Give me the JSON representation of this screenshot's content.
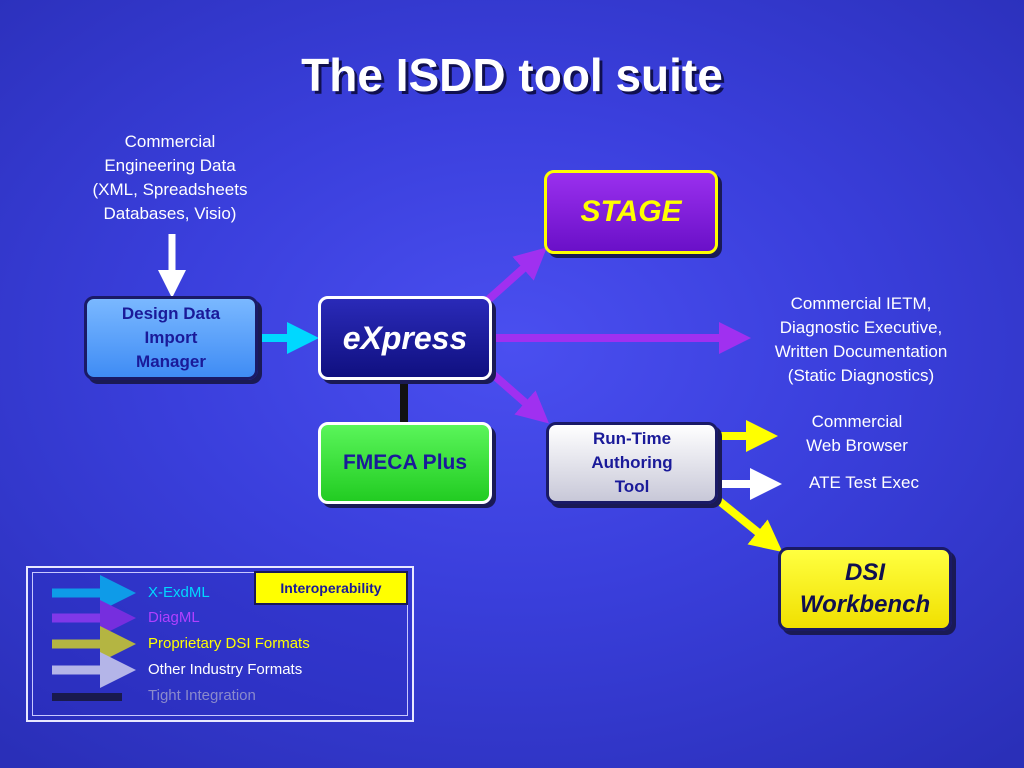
{
  "title": "The ISDD tool suite",
  "source_text": [
    "Commercial",
    "Engineering Data",
    "(XML, Spreadsheets",
    "Databases, Visio)"
  ],
  "nodes": {
    "ddim": [
      "Design Data",
      "Import",
      "Manager"
    ],
    "express": "eXpress",
    "stage": "STAGE",
    "fmeca": "FMECA Plus",
    "rta": [
      "Run-Time",
      "Authoring",
      "Tool"
    ],
    "dsi": [
      "DSI",
      "Workbench"
    ]
  },
  "outputs": {
    "ietm": [
      "Commercial IETM,",
      "Diagnostic Executive,",
      "Written Documentation",
      "(Static Diagnostics)"
    ],
    "browser": [
      "Commercial",
      "Web Browser"
    ],
    "ate": "ATE Test Exec"
  },
  "legend": {
    "badge": "Interoperability",
    "items": [
      {
        "label": "X-ExdML",
        "color": "#00d8ff"
      },
      {
        "label": "DiagML",
        "color": "#b040ff"
      },
      {
        "label": "Proprietary DSI Formats",
        "color": "#ffff00"
      },
      {
        "label": "Other Industry Formats",
        "color": "#ffffff"
      },
      {
        "label": "Tight Integration",
        "color": "#111111"
      }
    ]
  },
  "colors": {
    "xexdml": "#00d8ff",
    "diagml": "#a030f0",
    "dsi": "#ffff00",
    "other": "#ffffff",
    "tight": "#111111"
  }
}
